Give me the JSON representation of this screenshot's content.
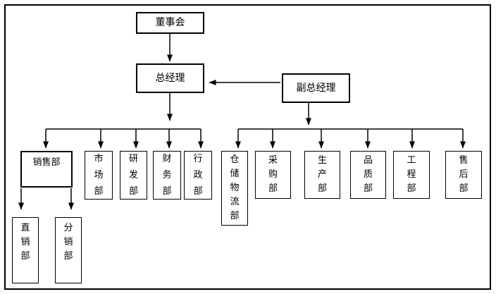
{
  "canvas": {
    "background_color": "#ffffff",
    "line_color": "#000000",
    "box_fill_color": "#ffffff"
  },
  "org_chart": {
    "type": "org-tree",
    "title": "",
    "nodes": {
      "board": {
        "label": "董事会"
      },
      "general_manager": {
        "label": "总经理"
      },
      "deputy_general_manager": {
        "label": "副总经理"
      },
      "sales": {
        "label": "销售部"
      },
      "marketing": {
        "label": "市场部"
      },
      "research": {
        "label": "研发部"
      },
      "finance": {
        "label": "财务部"
      },
      "administration": {
        "label": "行政部"
      },
      "warehouse_logistics": {
        "label": "仓储物流部"
      },
      "purchasing": {
        "label": "采购部"
      },
      "production": {
        "label": "生产部"
      },
      "quality": {
        "label": "品质部"
      },
      "engineering": {
        "label": "工程部"
      },
      "after_sales": {
        "label": "售后部"
      },
      "direct_sales": {
        "label": "直销部"
      },
      "distribution_sales": {
        "label": "分销部"
      }
    },
    "edges": [
      {
        "from": "board",
        "to": "general_manager",
        "style": "arrow-down"
      },
      {
        "from": "deputy_general_manager",
        "to": "general_manager",
        "style": "arrow-left"
      },
      {
        "from": "general_manager",
        "to": "sales",
        "style": "arrow-down"
      },
      {
        "from": "general_manager",
        "to": "marketing",
        "style": "arrow-down"
      },
      {
        "from": "general_manager",
        "to": "research",
        "style": "arrow-down"
      },
      {
        "from": "general_manager",
        "to": "finance",
        "style": "arrow-down"
      },
      {
        "from": "general_manager",
        "to": "administration",
        "style": "arrow-down"
      },
      {
        "from": "deputy_general_manager",
        "to": "warehouse_logistics",
        "style": "arrow-down"
      },
      {
        "from": "deputy_general_manager",
        "to": "purchasing",
        "style": "arrow-down"
      },
      {
        "from": "deputy_general_manager",
        "to": "production",
        "style": "arrow-down"
      },
      {
        "from": "deputy_general_manager",
        "to": "quality",
        "style": "arrow-down"
      },
      {
        "from": "deputy_general_manager",
        "to": "engineering",
        "style": "arrow-down"
      },
      {
        "from": "deputy_general_manager",
        "to": "after_sales",
        "style": "arrow-down"
      },
      {
        "from": "sales",
        "to": "direct_sales",
        "style": "arrow-down"
      },
      {
        "from": "sales",
        "to": "distribution_sales",
        "style": "arrow-down"
      }
    ]
  }
}
